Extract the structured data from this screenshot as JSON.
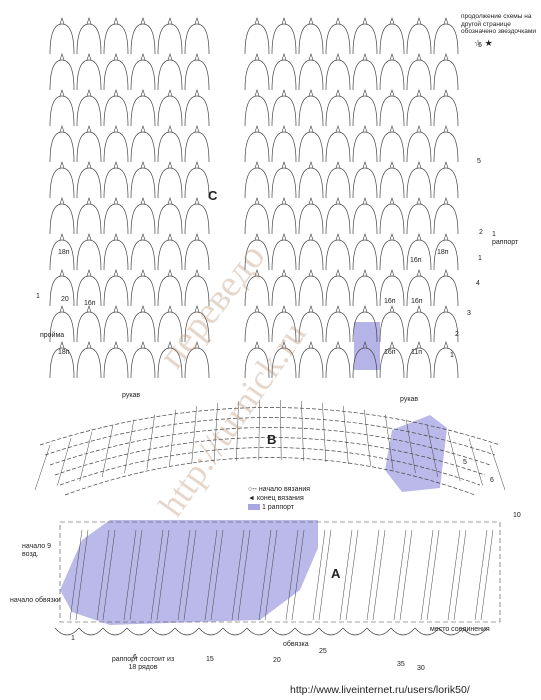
{
  "section_labels": {
    "c": "C",
    "b": "B",
    "a": "A"
  },
  "notes": {
    "continuation": "продолжение схемы на другой странице обозначено звездочками",
    "stars": "☆ ★",
    "rapport": "1 раппорт"
  },
  "labels": {
    "proima": "пройма",
    "rukav_left": "рукав",
    "rukav_right": "рукав",
    "nachalo_9": "начало 9 возд.",
    "nachalo_obvyazki": "начало обвязки",
    "obvyazka": "обвязка",
    "mesto_soedineniya": "место соединения",
    "rapport_rows": "раппорт состоит из 18 рядов"
  },
  "legend": {
    "items": [
      {
        "symbol": "○--",
        "text": "начало вязания"
      },
      {
        "symbol": "◄",
        "text": "конец вязания"
      },
      {
        "symbol": "▭",
        "text": "1 раппорт"
      }
    ],
    "highlight_color": "#a9a7e3"
  },
  "row_numbers": {
    "right": [
      "5",
      "2",
      "1",
      "4",
      "3",
      "2",
      "1",
      "1"
    ],
    "bottom": [
      "1",
      "6",
      "15",
      "20",
      "25"
    ],
    "bottom_right": [
      "35",
      "30"
    ],
    "mid_right": [
      "5",
      "6",
      "10"
    ],
    "top_right": "5"
  },
  "cell_labels": [
    "18п",
    "16п",
    "20",
    "18п",
    "16п",
    "11п",
    "16п",
    "16п",
    "16п",
    "18п"
  ],
  "watermarks": [
    "переведо",
    "http://turnick.ru"
  ],
  "footer": "http://www.liveinternet.ru/users/lorik50/"
}
